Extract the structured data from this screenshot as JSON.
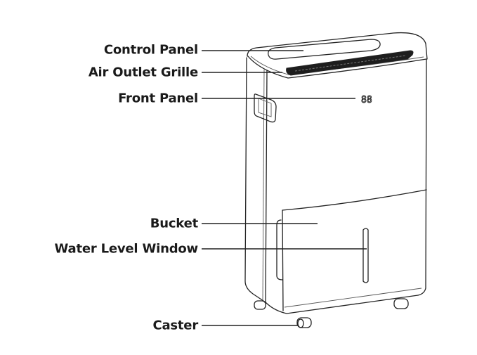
{
  "labels": {
    "control_panel": "Control Panel",
    "air_outlet_grille": "Air Outlet Grille",
    "front_panel": "Front Panel",
    "bucket": "Bucket",
    "water_level_window": "Water Level Window",
    "caster": "Caster"
  },
  "display_readout": "88"
}
